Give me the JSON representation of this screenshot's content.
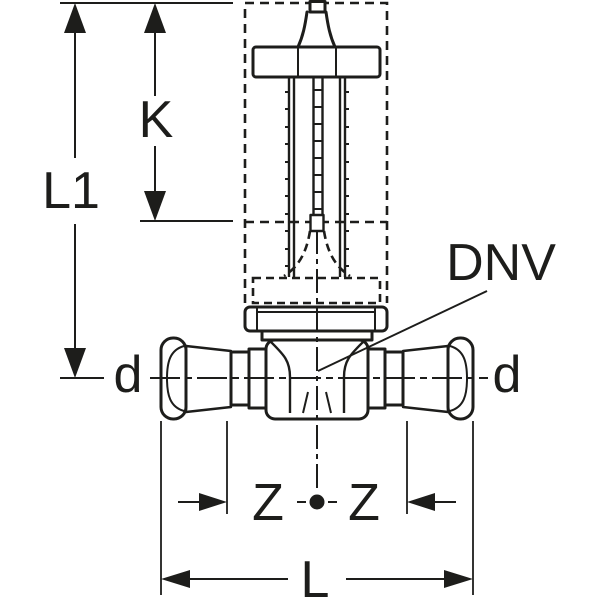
{
  "labels": {
    "l1": "L1",
    "k": "K",
    "dnv": "DNV",
    "d_left": "d",
    "d_right": "d",
    "z_left": "Z",
    "z_right": "Z",
    "l": "L"
  },
  "colors": {
    "line": "#1d1d1b",
    "background": "#ffffff"
  }
}
